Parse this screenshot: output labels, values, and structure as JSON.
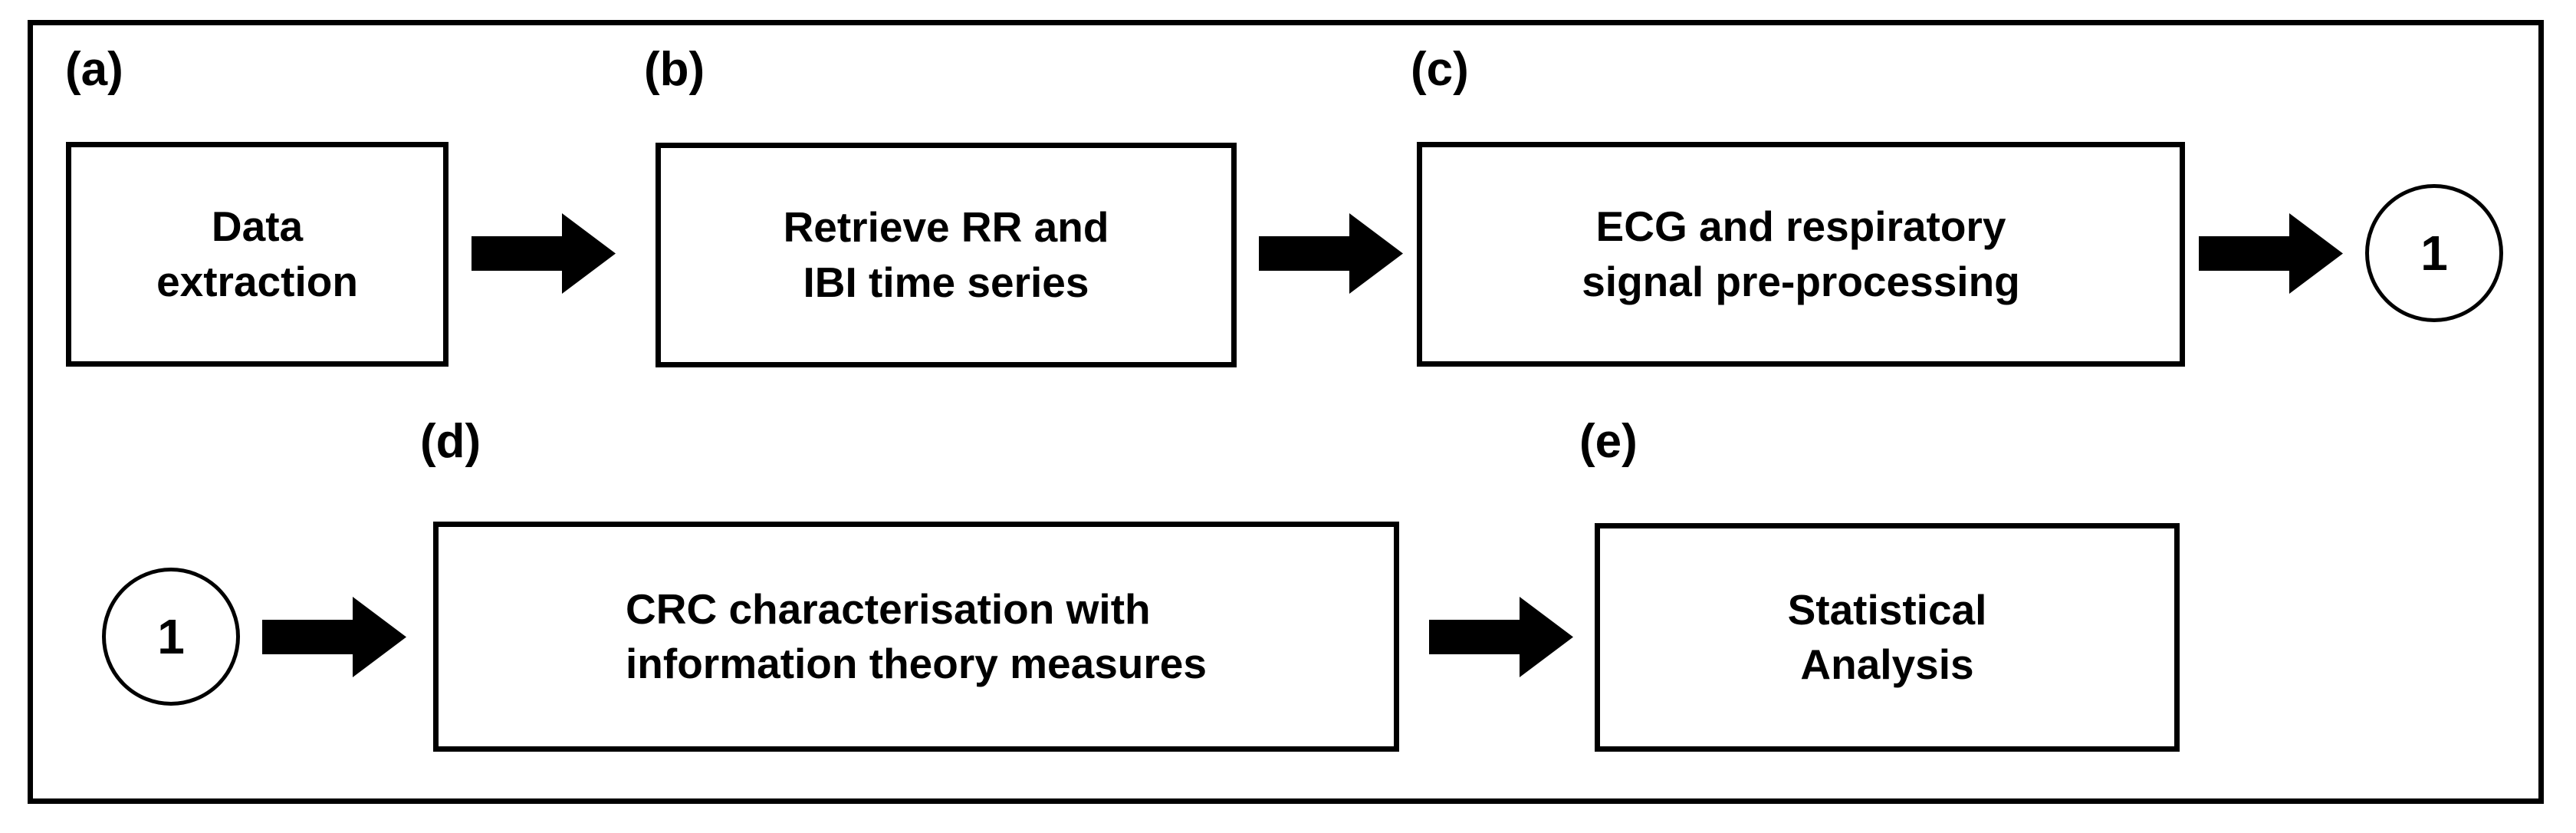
{
  "figure": {
    "type": "flowchart",
    "orientation": "two-row left-to-right pipeline",
    "frame_color": "#000000",
    "background_color": "#ffffff",
    "stroke_color": "#000000"
  },
  "panels": {
    "a": {
      "label": "(a)",
      "text": "Data\nextraction"
    },
    "b": {
      "label": "(b)",
      "text": "Retrieve RR and\nIBI time series"
    },
    "c": {
      "label": "(c)",
      "text": "ECG and respiratory\nsignal pre-processing"
    },
    "d": {
      "label": "(d)",
      "text": "CRC characterisation with\ninformation theory measures"
    },
    "e": {
      "label": "(e)",
      "text": "Statistical\nAnalysis"
    }
  },
  "connectors": {
    "offpage_out": {
      "label": "1",
      "icon": "circle-connector-icon"
    },
    "offpage_in": {
      "label": "1",
      "icon": "circle-connector-icon"
    }
  },
  "arrows": [
    {
      "id": "arrow-a-to-b",
      "icon": "right-block-arrow-icon",
      "from": "a",
      "to": "b"
    },
    {
      "id": "arrow-b-to-c",
      "icon": "right-block-arrow-icon",
      "from": "b",
      "to": "c"
    },
    {
      "id": "arrow-c-to-connector",
      "icon": "right-block-arrow-icon",
      "from": "c",
      "to": "offpage_out"
    },
    {
      "id": "arrow-connector-to-d",
      "icon": "right-block-arrow-icon",
      "from": "offpage_in",
      "to": "d"
    },
    {
      "id": "arrow-d-to-e",
      "icon": "right-block-arrow-icon",
      "from": "d",
      "to": "e"
    }
  ]
}
